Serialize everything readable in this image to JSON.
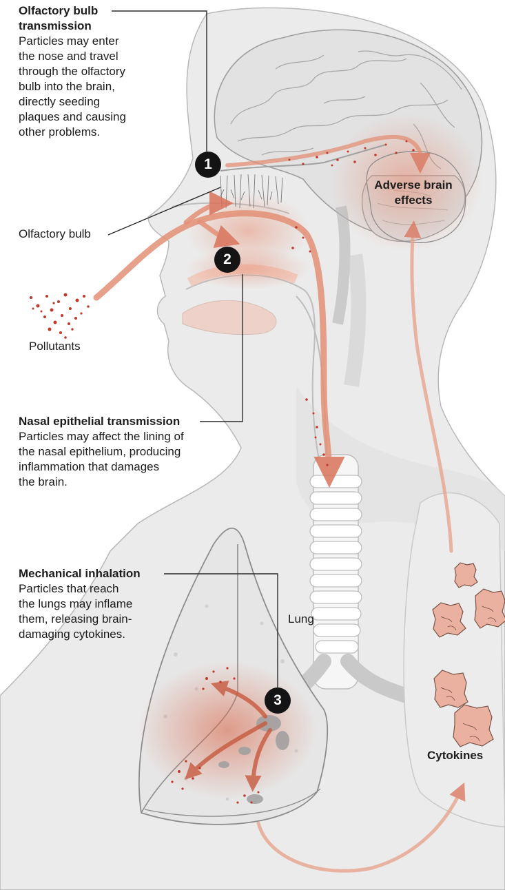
{
  "callouts": {
    "olfactory": {
      "number": "1",
      "title_line1": "Olfactory bulb",
      "title_line2": "transmission",
      "body": "Particles may enter\nthe nose and travel\nthrough the olfactory\nbulb into the brain,\ndirectly seeding\nplaques and causing\nother problems."
    },
    "nasal": {
      "number": "2",
      "title": "Nasal epithelial transmission",
      "body": "Particles may affect the lining of\nthe nasal epithelium, producing\ninflammation that damages\nthe brain."
    },
    "mechanical": {
      "number": "3",
      "title": "Mechanical inhalation",
      "body": "Particles that reach\nthe lungs may inflame\nthem, releasing brain-\ndamaging cytokines."
    }
  },
  "labels": {
    "olfactory_bulb": "Olfactory bulb",
    "pollutants": "Pollutants",
    "adverse_line1": "Adverse brain",
    "adverse_line2": "effects",
    "lung": "Lung",
    "cytokines": "Cytokines"
  },
  "colors": {
    "accent": "#d9735a",
    "particle": "#c0392b",
    "anatomy": "#c9c9c9",
    "cytokine": "#e9aa98"
  }
}
